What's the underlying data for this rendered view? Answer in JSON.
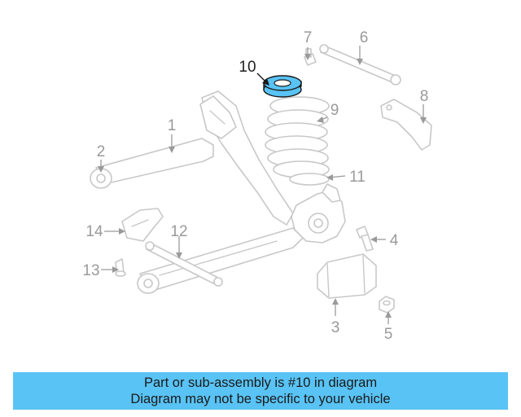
{
  "highlighted_part": "10",
  "callouts": [
    "1",
    "2",
    "3",
    "4",
    "5",
    "6",
    "7",
    "8",
    "9",
    "10",
    "11",
    "12",
    "13",
    "14"
  ],
  "colors": {
    "highlight": "#59c3f5",
    "banner": "#59c3f5",
    "line_art": "#c8c8c8",
    "callout_text": "#9a9a9a"
  },
  "banner": {
    "line1": "Part or sub-assembly is #10 in diagram",
    "line2": "Diagram may not be specific to your vehicle"
  }
}
